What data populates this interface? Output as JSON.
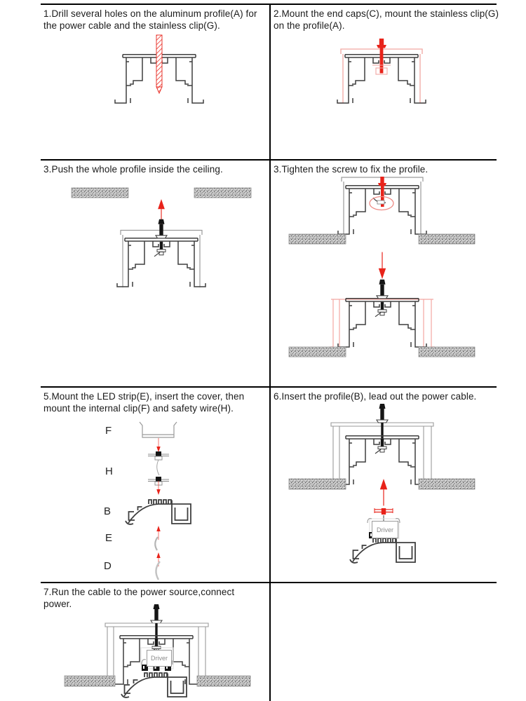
{
  "document": {
    "steps": [
      {
        "text": "1.Drill several holes on the aluminum profile(A) for the power cable and the stainless clip(G)."
      },
      {
        "text": "2.Mount the end caps(C), mount the stainless clip(G) on the  profile(A)."
      },
      {
        "text": "3.Push the whole profile inside the ceiling."
      },
      {
        "text": "3.Tighten the screw to fix the profile."
      },
      {
        "text": "5.Mount the LED strip(E), insert the cover, then mount the internal clip(F) and safety wire(H)."
      },
      {
        "text": "6.Insert the profile(B), lead out the power cable."
      },
      {
        "text": "7.Run the cable to the power source,connect power."
      }
    ],
    "part_labels": [
      "F",
      "H",
      "B",
      "E",
      "D"
    ],
    "driver_label": "Driver"
  },
  "colors": {
    "drawing_line": "#3f3f3f",
    "accent_red": "#e8231a",
    "accent_pink": "#f2a6a2",
    "endcap_gray": "#9a9a9a",
    "table_border": "#000000"
  }
}
